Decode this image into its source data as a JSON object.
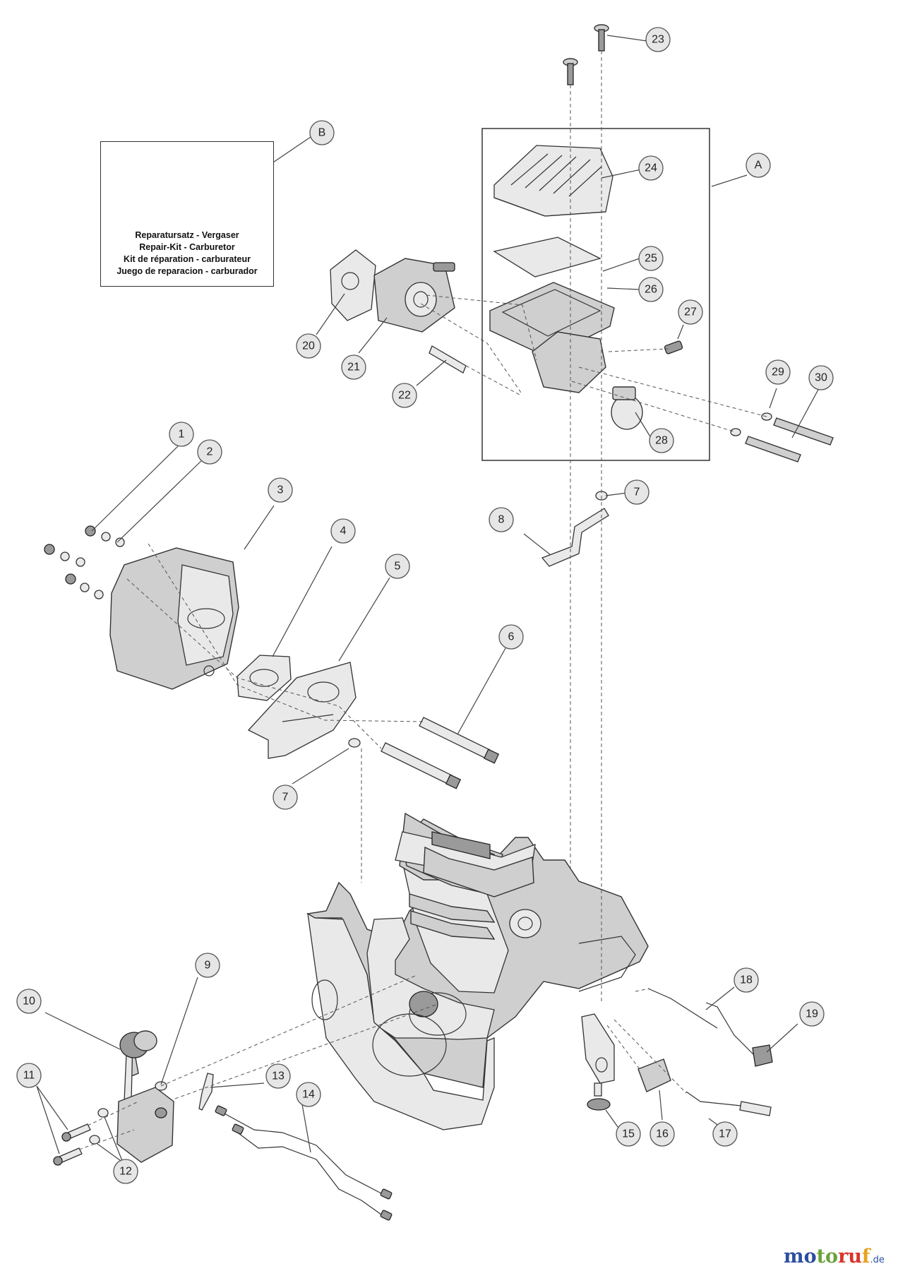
{
  "repair_kit": {
    "callout": "B",
    "lines": [
      "Reparatursatz - Vergaser",
      "Repair-Kit - Carburetor",
      "Kit de réparation - carburateur",
      "Juego de reparacion - carburador"
    ]
  },
  "assembly_callout": "A",
  "callouts": {
    "c1": "1",
    "c2": "2",
    "c3": "3",
    "c4": "4",
    "c5": "5",
    "c6": "6",
    "c7a": "7",
    "c7b": "7",
    "c8": "8",
    "c9": "9",
    "c10": "10",
    "c11": "11",
    "c12": "12",
    "c13": "13",
    "c14": "14",
    "c15": "15",
    "c16": "16",
    "c17": "17",
    "c18": "18",
    "c19": "19",
    "c20": "20",
    "c21": "21",
    "c22": "22",
    "c23": "23",
    "c24": "24",
    "c25": "25",
    "c26": "26",
    "c27": "27",
    "c28": "28",
    "c29": "29",
    "c30": "30"
  },
  "watermark": {
    "m": "mo",
    "t": "to",
    "r": "ru",
    "f": "f",
    "tld": ".de"
  }
}
